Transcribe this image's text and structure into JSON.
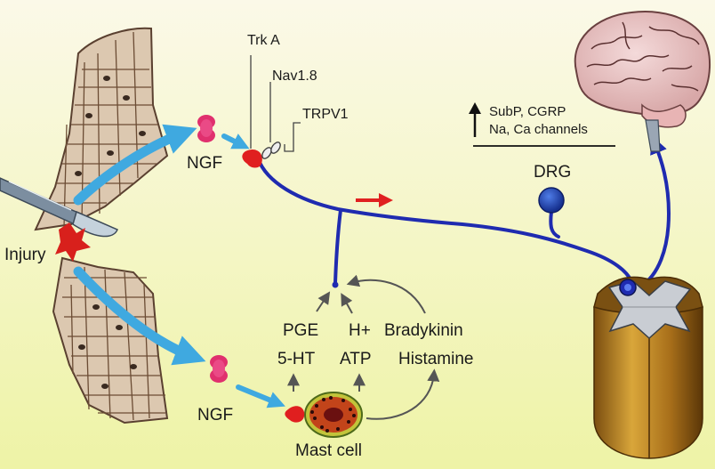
{
  "labels": {
    "trka": "Trk A",
    "nav18": "Nav1.8",
    "trpv1": "TRPV1",
    "ngf_top": "NGF",
    "ngf_bottom": "NGF",
    "injury": "Injury",
    "subp_cgrp": "SubP, CGRP",
    "na_ca": "Na, Ca channels",
    "drg": "DRG",
    "pge": "PGE",
    "five_ht": "5-HT",
    "h_plus": "H+",
    "atp": "ATP",
    "bradykinin": "Bradykinin",
    "histamine": "Histamine",
    "mast_cell": "Mast cell"
  },
  "colors": {
    "background_top": "#fbf9e8",
    "background_bottom": "#eef3a6",
    "nerve": "#1f2bb0",
    "pathway_arrow": "#3fa9e0",
    "ngf": "#e0306e",
    "receptor": "#e01f1f",
    "direction_arrow": "#e02020",
    "tissue": "#dcc8b0",
    "mast_cell": "#b83810",
    "spinal_cord": "#b07a1e",
    "brain": "#e8c0c0"
  }
}
